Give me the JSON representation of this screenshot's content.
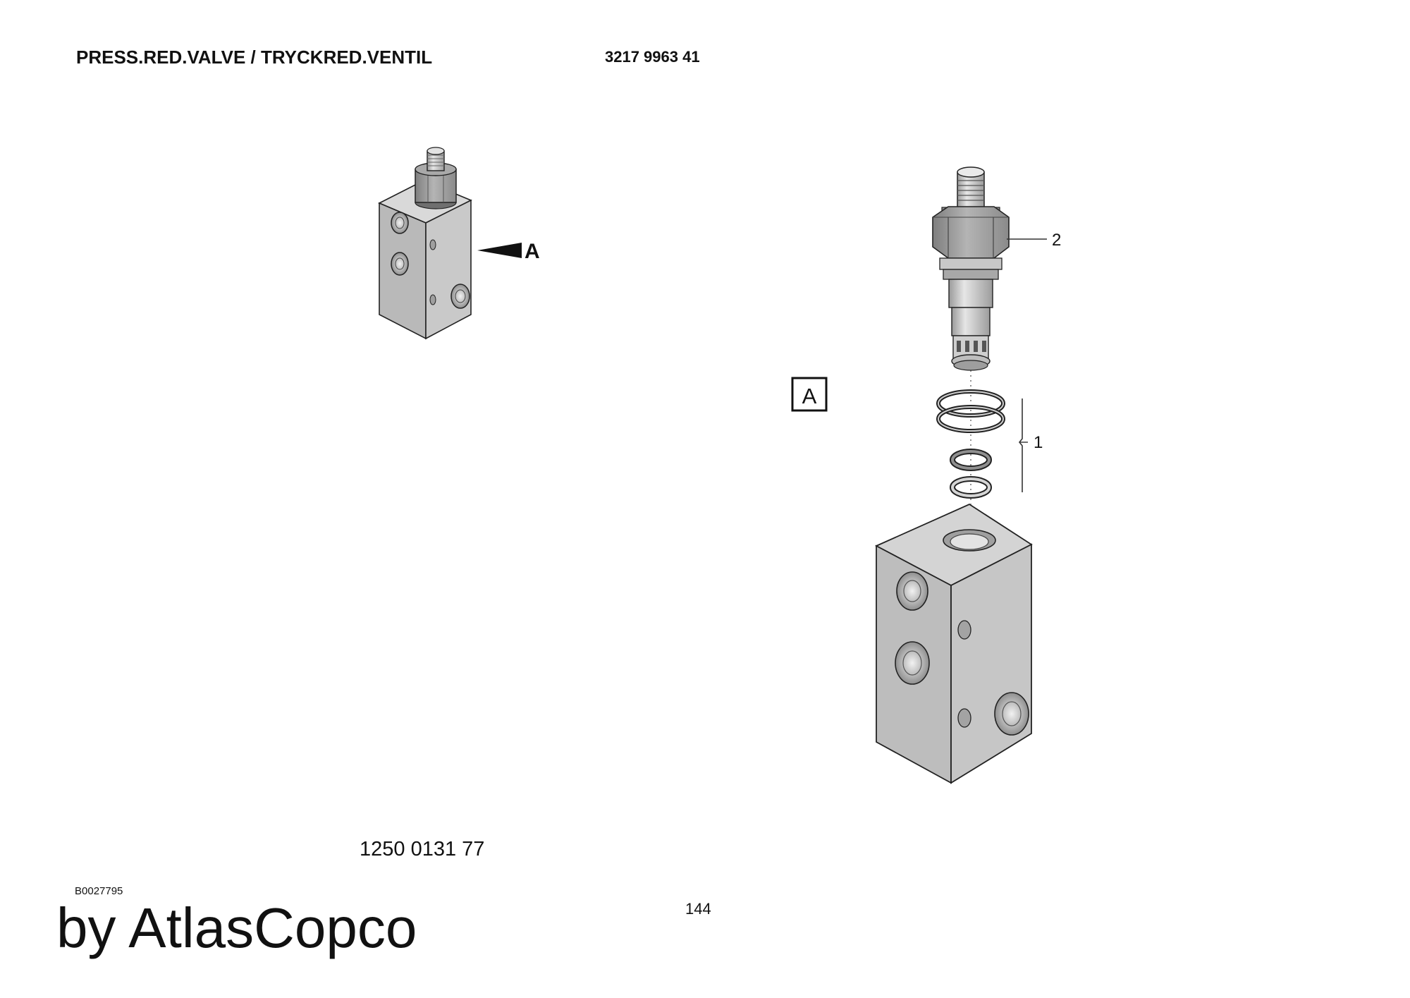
{
  "header": {
    "title": "PRESS.RED.VALVE / TRYCKRED.VENTIL",
    "part_number": "3217 9963 41"
  },
  "diagram": {
    "view_arrow_label": "A",
    "view_box_label": "A",
    "callouts": [
      {
        "id": "1"
      },
      {
        "id": "2"
      }
    ]
  },
  "footer": {
    "doc_number": "1250 0131 77",
    "drawing_code": "B0027795",
    "page_number": "144",
    "brand": "by AtlasCopco"
  }
}
